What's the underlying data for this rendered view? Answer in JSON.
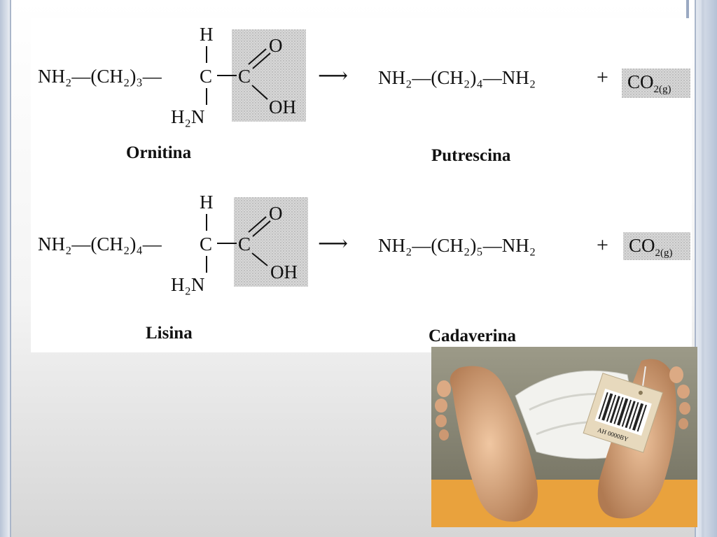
{
  "reaction_1": {
    "reactant_chain": "NH₂—(CH₂)₃—",
    "alpha_h": "H",
    "alpha_c": "C",
    "alpha_amine": "H₂N",
    "carboxyl_c": "C",
    "carboxyl_o": "O",
    "carboxyl_oh": "OH",
    "reactant_name": "Ornitina",
    "arrow": "⟶",
    "product": "NH₂—(CH₂)₄—NH₂",
    "plus": "+",
    "byproduct": "CO",
    "byproduct_sub": "2(g)",
    "product_name": "Putrescina"
  },
  "reaction_2": {
    "reactant_chain": "NH₂—(CH₂)₄—",
    "alpha_h": "H",
    "alpha_c": "C",
    "alpha_amine": "H₂N",
    "carboxyl_c": "C",
    "carboxyl_o": "O",
    "carboxyl_oh": "OH",
    "reactant_name": "Lisina",
    "arrow": "⟶",
    "product": "NH₂—(CH₂)₅—NH₂",
    "plus": "+",
    "byproduct": "CO",
    "byproduct_sub": "2(g)",
    "product_name": "Cadaverina"
  },
  "colors": {
    "highlight": "#cfcfcf",
    "slide_border": "#b5c2d6",
    "skin": "#e2b48f",
    "sheet": "#f2f2ee",
    "floor": "#e9a23d"
  },
  "photo_tag": {
    "code": "AH 0000BY"
  }
}
